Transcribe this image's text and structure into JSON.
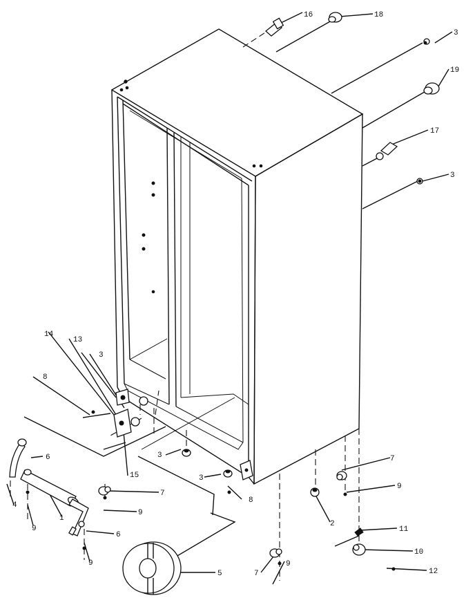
{
  "labels": {
    "c1": "1",
    "c2": "2",
    "c3": "3",
    "c4": "4",
    "c5": "5",
    "c6": "6",
    "c7": "7",
    "c8": "8",
    "c9": "9",
    "c10": "10",
    "c11": "11",
    "c12": "12",
    "c13": "13",
    "c14": "14",
    "c15": "15",
    "c16": "16",
    "c17": "17",
    "c18": "18",
    "c19": "19"
  }
}
